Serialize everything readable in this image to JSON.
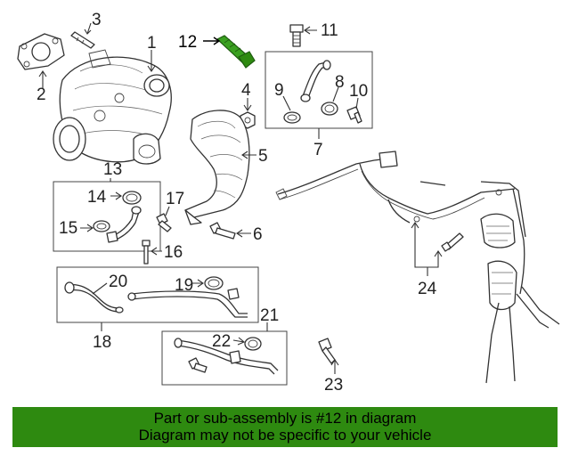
{
  "callouts": {
    "c1": "1",
    "c2": "2",
    "c3": "3",
    "c4": "4",
    "c5": "5",
    "c6": "6",
    "c7": "7",
    "c8": "8",
    "c9": "9",
    "c10": "10",
    "c11": "11",
    "c12": "12",
    "c13": "13",
    "c14": "14",
    "c15": "15",
    "c16": "16",
    "c17": "17",
    "c18": "18",
    "c19": "19",
    "c20": "20",
    "c21": "21",
    "c22": "22",
    "c23": "23",
    "c24": "24"
  },
  "highlighted_part": "12",
  "colors": {
    "banner": "#2e8a10",
    "highlight": "#3aa020",
    "line": "#333333"
  },
  "banner": {
    "line1": "Part or sub-assembly is #12 in diagram",
    "line2": "Diagram may not be specific to your vehicle"
  }
}
